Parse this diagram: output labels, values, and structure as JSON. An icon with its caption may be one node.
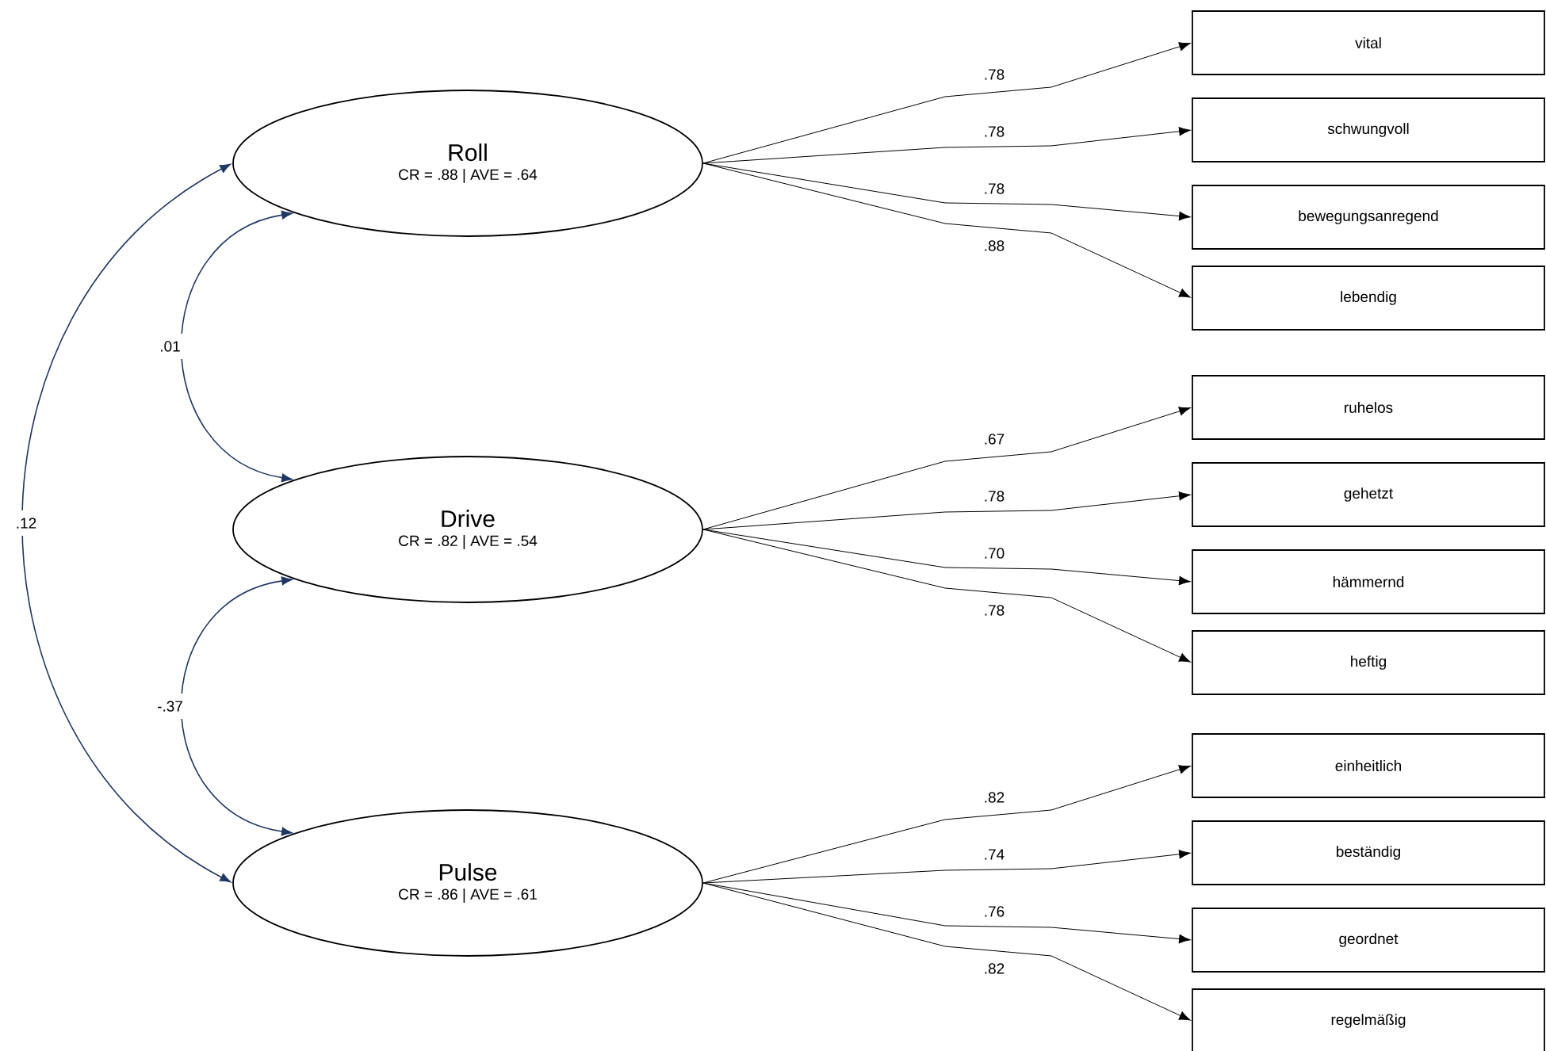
{
  "diagram": {
    "nodes": [
      {
        "text": [
          "Roll",
          "CR = .88 | AVE = .64"
        ]
      },
      {
        "text": [
          "Drive",
          "CR = .82 | AVE = .54"
        ]
      },
      {
        "text": [
          "Pulse",
          "CR = .86 | AVE = .61"
        ]
      },
      {
        "text": [
          "vital"
        ]
      },
      {
        "text": [
          "schwungvoll"
        ]
      },
      {
        "text": [
          "bewegungsanregend"
        ]
      },
      {
        "text": [
          "lebendig"
        ]
      },
      {
        "text": [
          "ruhelos"
        ]
      },
      {
        "text": [
          "gehetzt"
        ]
      },
      {
        "text": [
          "hämmernd"
        ]
      },
      {
        "text": [
          "heftig"
        ]
      },
      {
        "text": [
          "einheitlich"
        ]
      },
      {
        "text": [
          "beständig"
        ]
      },
      {
        "text": [
          "geordnet"
        ]
      },
      {
        "text": [
          "regelmäßig"
        ]
      }
    ],
    "edges": [
      {
        "from": 0,
        "to": 3,
        "arrow": "to",
        "label": ".78"
      },
      {
        "from": 0,
        "to": 4,
        "arrow": "to",
        "label": ".78"
      },
      {
        "from": 0,
        "to": 5,
        "arrow": "to",
        "label": ".78"
      },
      {
        "from": 0,
        "to": 6,
        "arrow": "to",
        "label": ".88"
      },
      {
        "from": 1,
        "to": 7,
        "arrow": "to",
        "label": ".67"
      },
      {
        "from": 1,
        "to": 8,
        "arrow": "to",
        "label": ".78"
      },
      {
        "from": 1,
        "to": 9,
        "arrow": "to",
        "label": ".70"
      },
      {
        "from": 1,
        "to": 10,
        "arrow": "to",
        "label": ".78"
      },
      {
        "from": 2,
        "to": 11,
        "arrow": "to",
        "label": ".82"
      },
      {
        "from": 2,
        "to": 12,
        "arrow": "to",
        "label": ".74"
      },
      {
        "from": 2,
        "to": 13,
        "arrow": "to",
        "label": ".76"
      },
      {
        "from": 2,
        "to": 14,
        "arrow": "to",
        "label": ".82"
      },
      {
        "from": 0,
        "to": 1,
        "arrow": "both",
        "label": ".01",
        "color": "#1f3864"
      },
      {
        "from": 0,
        "to": 2,
        "arrow": "both",
        "label": ".12",
        "color": "#1f3864"
      },
      {
        "from": 1,
        "to": 2,
        "arrow": "both",
        "label": "-.37",
        "color": "#1f3864"
      }
    ]
  }
}
